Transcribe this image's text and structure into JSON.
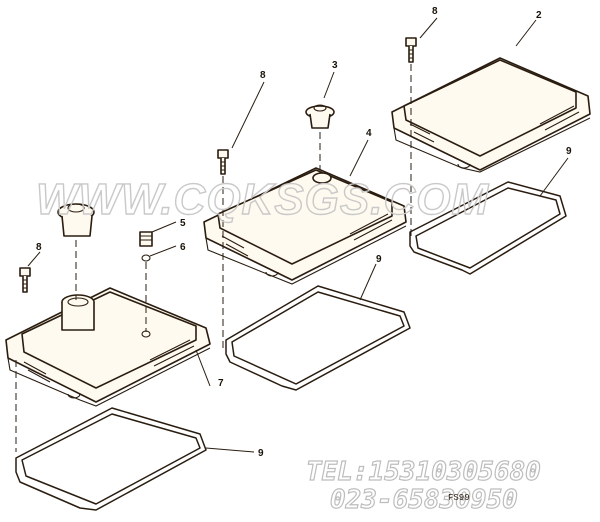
{
  "callouts": {
    "c8a": "8",
    "c2": "2",
    "c3": "3",
    "c8b": "8",
    "c4": "4",
    "c9a": "9",
    "c5": "5",
    "c6": "6",
    "c8c": "8",
    "c9b": "9",
    "c7": "7",
    "c9c": "9"
  },
  "watermark": {
    "text": "WWW.CQKSGS.COM"
  },
  "contact": {
    "tel": "TEL:15310305680",
    "phone2": "023-65830950"
  },
  "figure_code": "FS99",
  "colors": {
    "line": "#2a1d10",
    "paper": "#fffaf0",
    "watermark": "#c9c9c9"
  }
}
